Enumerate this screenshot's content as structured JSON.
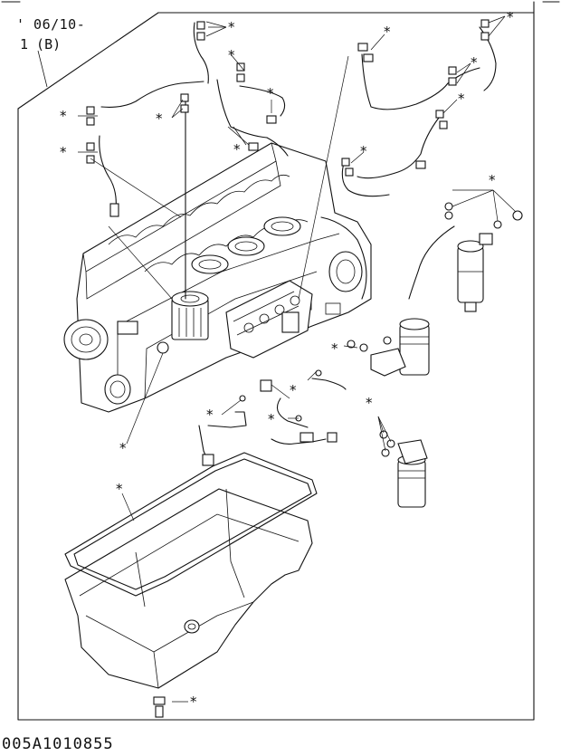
{
  "diagram": {
    "date_range": "' 06/10-",
    "reference": "1 (B)",
    "drawing_code": "005A1010855",
    "callout_symbol": "*"
  }
}
